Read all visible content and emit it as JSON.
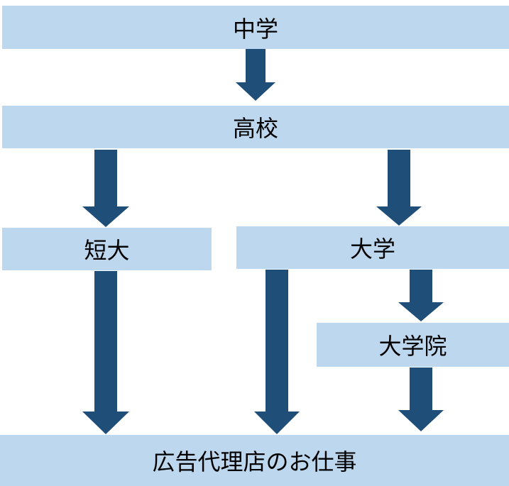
{
  "nodes": {
    "junior_high": "中学",
    "high_school": "高校",
    "junior_college": "短大",
    "university": "大学",
    "graduate_school": "大学院",
    "career": "広告代理店のお仕事"
  },
  "colors": {
    "box_fill": "#bdd7ee",
    "arrow_fill": "#1f4e79",
    "text": "#000000"
  }
}
